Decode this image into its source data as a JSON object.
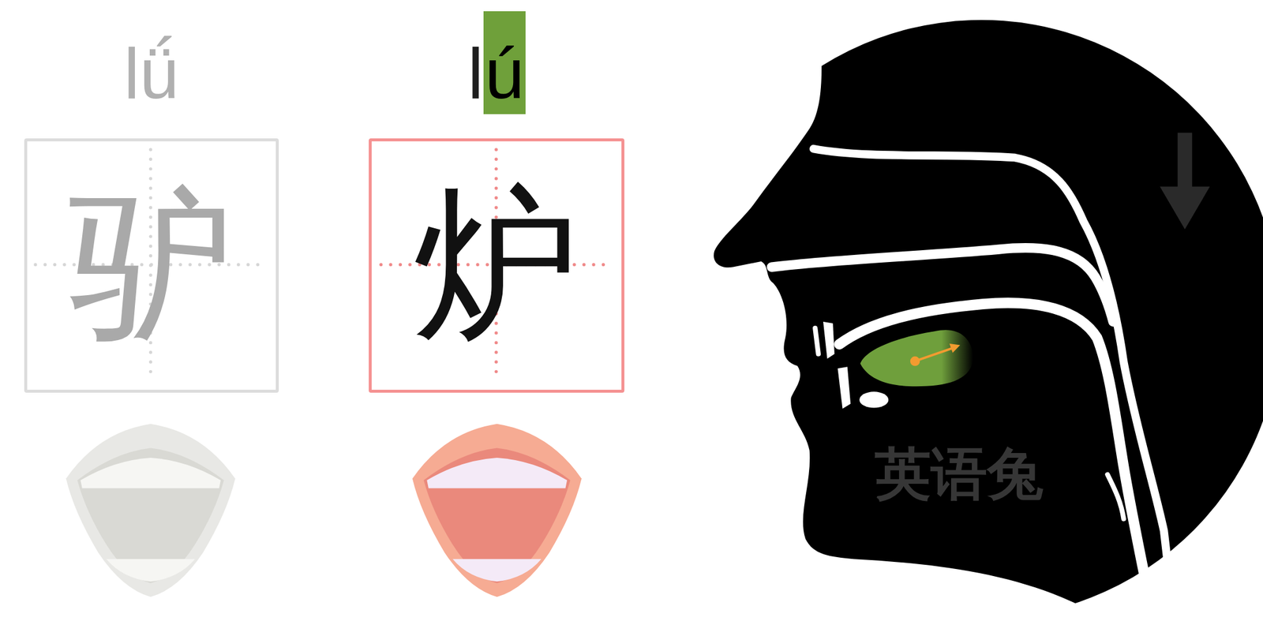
{
  "diagram": {
    "nodes": [
      {
        "text": [
          "lǘ",
          "驴"
        ]
      },
      {
        "text": [
          "l",
          "ú",
          "炉"
        ]
      }
    ],
    "labels": [
      "英语兔"
    ]
  }
}
